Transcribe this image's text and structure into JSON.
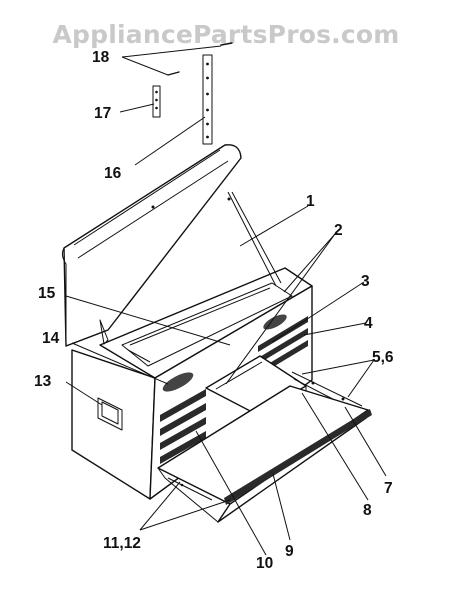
{
  "watermark": "AppliancePartsPros.com",
  "labels": [
    {
      "id": "1",
      "text": "1"
    },
    {
      "id": "2",
      "text": "2"
    },
    {
      "id": "3",
      "text": "3"
    },
    {
      "id": "4",
      "text": "4"
    },
    {
      "id": "5-6",
      "text": "5,6"
    },
    {
      "id": "7",
      "text": "7"
    },
    {
      "id": "8",
      "text": "8"
    },
    {
      "id": "9",
      "text": "9"
    },
    {
      "id": "10",
      "text": "10"
    },
    {
      "id": "11-12",
      "text": "11,12"
    },
    {
      "id": "13",
      "text": "13"
    },
    {
      "id": "14",
      "text": "14"
    },
    {
      "id": "15",
      "text": "15"
    },
    {
      "id": "16",
      "text": "16"
    },
    {
      "id": "17",
      "text": "17"
    },
    {
      "id": "18",
      "text": "18"
    }
  ]
}
